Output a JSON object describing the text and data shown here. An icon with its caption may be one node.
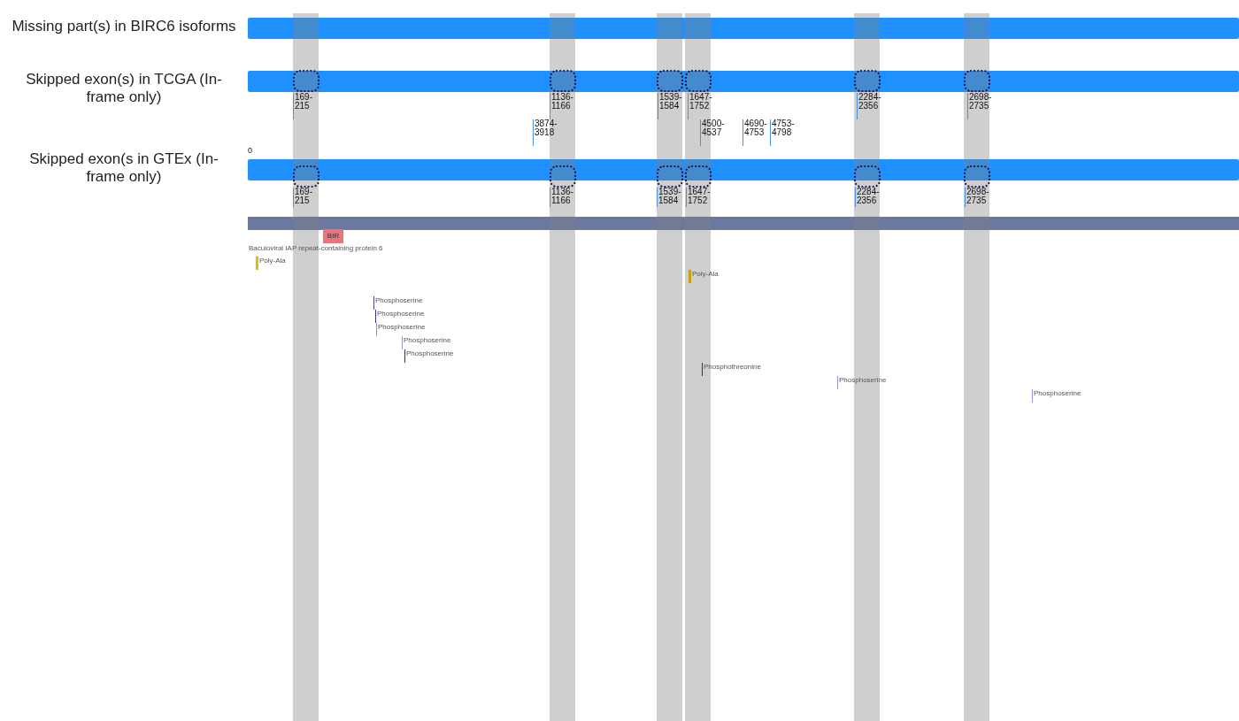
{
  "diagram": {
    "nodes": [
      {
        "text": [],
        "shape": "bar",
        "beside": [
          "Missing part(s) in BIRC6 isoforms"
        ]
      },
      {
        "text": [],
        "shape": "bar",
        "beside": [
          "Skipped exon(s) in TCGA (In-frame only)",
          "169-215",
          "1136-1166",
          "1539-1584",
          "1647-1752",
          "2284-2356",
          "2698-2735",
          "3874-3918",
          "4500-4537",
          "4690-4753",
          "4753-4798"
        ]
      },
      {
        "text": [],
        "shape": "bar",
        "beside": [
          "Skipped exon(s in GTEx (In-frame only)",
          "169-215",
          "1136-1166",
          "1539-1584",
          "1647-1752",
          "2284-2356",
          "2698-2735"
        ]
      },
      {
        "text": [],
        "shape": "bar",
        "beside": [
          "Baculoviral IAP repeat-containing protein 6"
        ]
      }
    ],
    "labels": [
      "0",
      "BIR",
      "Poly-Ala",
      "Phosphoserine",
      "Phosphoserine",
      "Phosphoserine",
      "Phosphoserine",
      "Phosphoserine",
      "Poly-Ala",
      "Phosphothreonine",
      "Phosphoserine",
      "Phosphoserine"
    ]
  }
}
